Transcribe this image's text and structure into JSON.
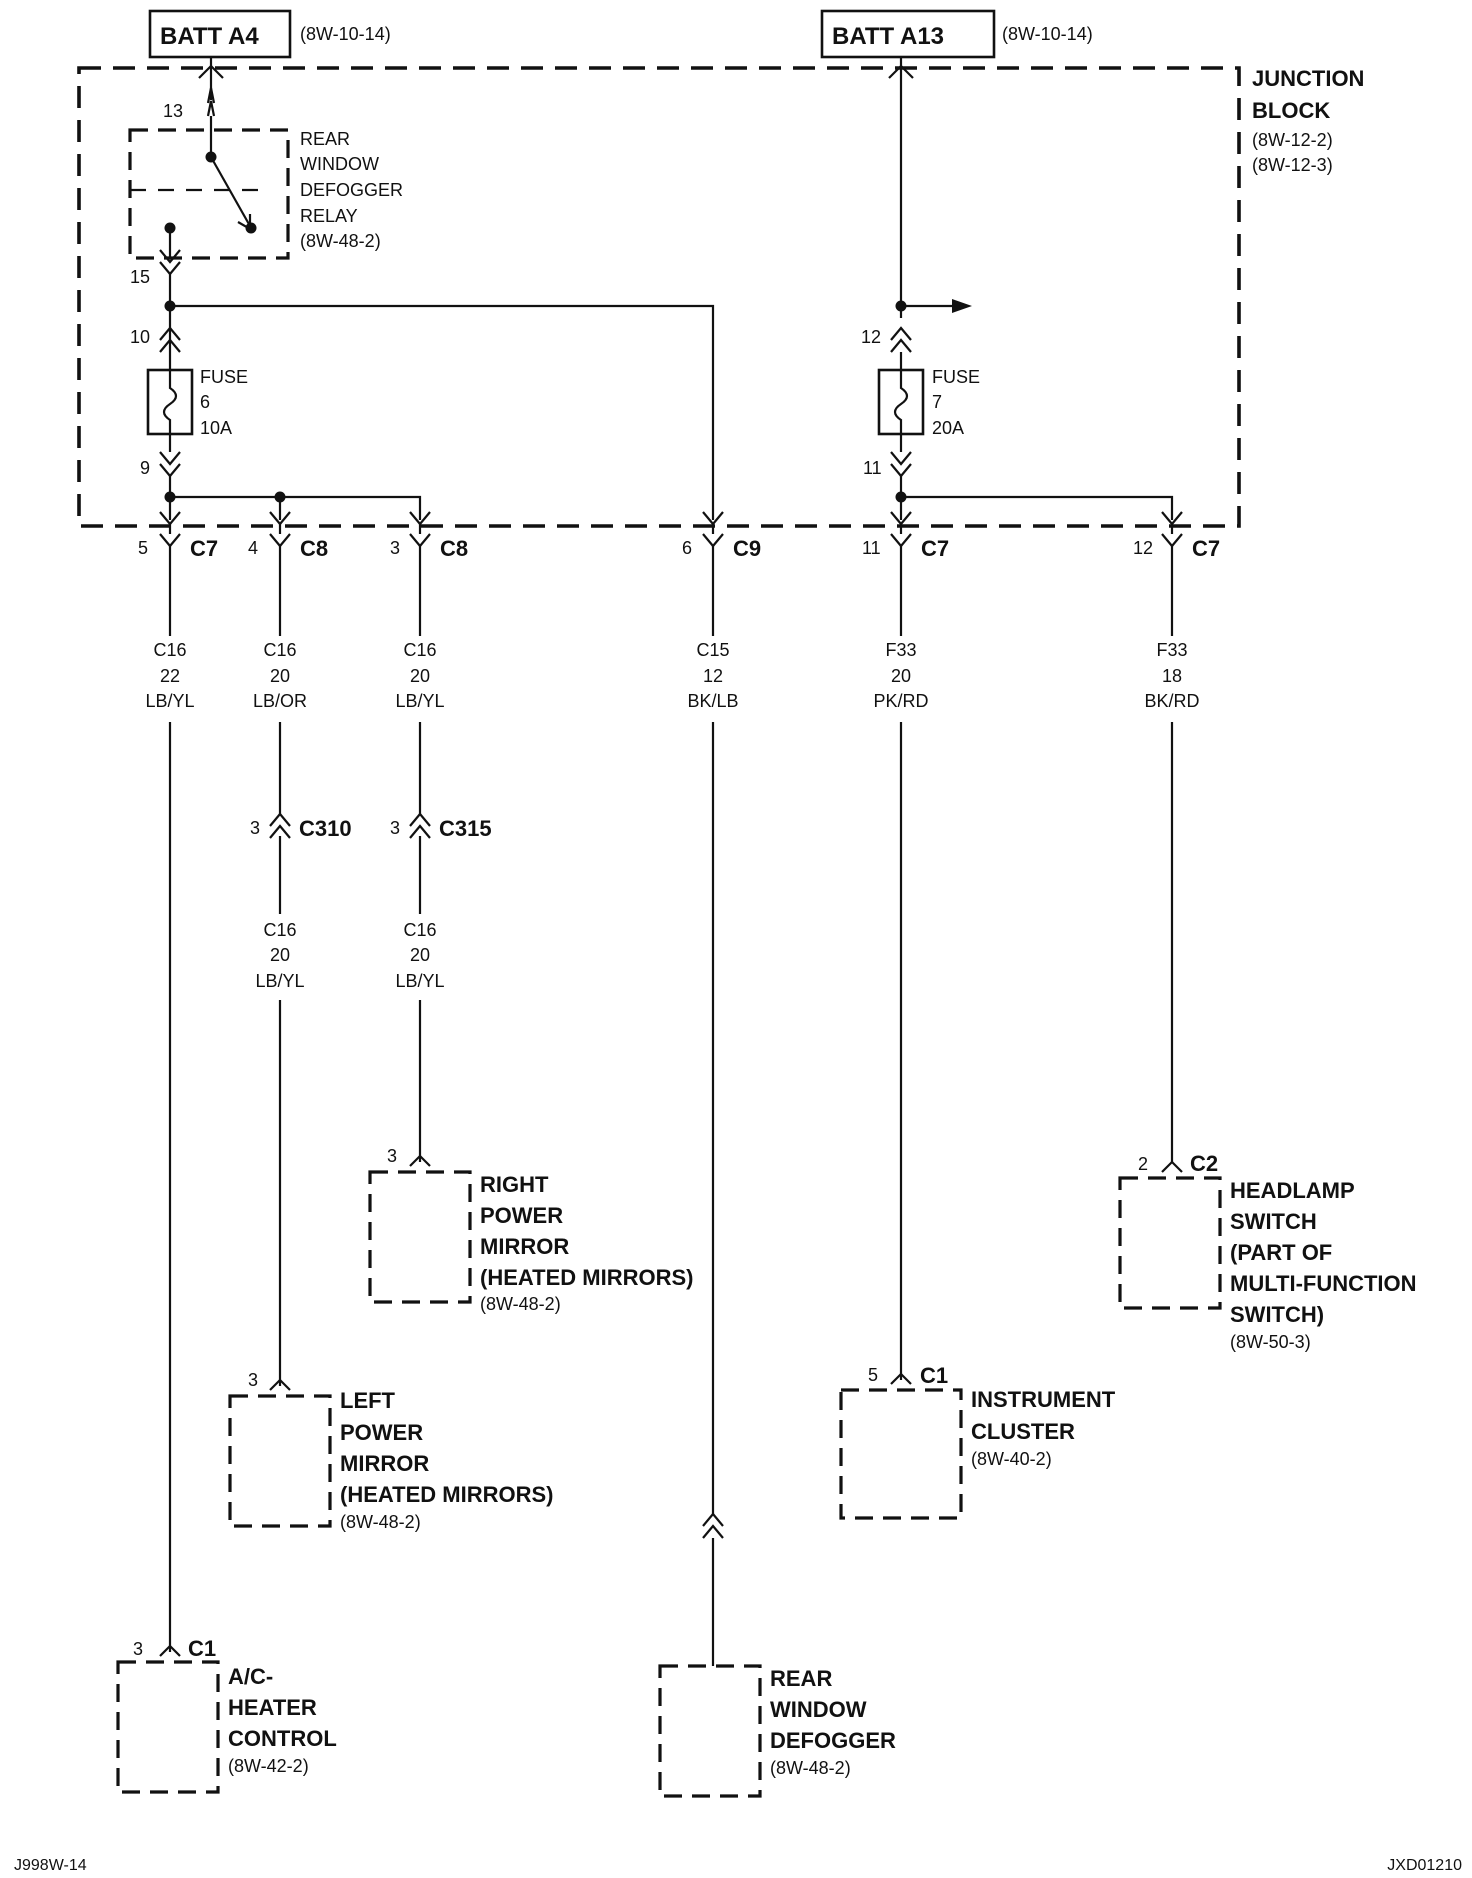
{
  "batt_a4": {
    "label": "BATT A4",
    "ref": "(8W-10-14)"
  },
  "batt_a13": {
    "label": "BATT A13",
    "ref": "(8W-10-14)"
  },
  "junction_block": {
    "line1": "JUNCTION",
    "line2": "BLOCK",
    "ref1": "(8W-12-2)",
    "ref2": "(8W-12-3)"
  },
  "relay": {
    "line1": "REAR",
    "line2": "WINDOW",
    "line3": "DEFOGGER",
    "line4": "RELAY",
    "ref": "(8W-48-2)",
    "pin_top": "13",
    "pin_bottom": "15"
  },
  "fuse6": {
    "line1": "FUSE",
    "line2": "6",
    "line3": "10A",
    "pin_top": "10",
    "pin_bottom": "9"
  },
  "fuse7": {
    "line1": "FUSE",
    "line2": "7",
    "line3": "20A",
    "pin_top": "12",
    "pin_bottom": "11"
  },
  "connectors": {
    "c7a": {
      "pin": "5",
      "name": "C7"
    },
    "c8a": {
      "pin": "4",
      "name": "C8"
    },
    "c8b": {
      "pin": "3",
      "name": "C8"
    },
    "c9": {
      "pin": "6",
      "name": "C9"
    },
    "c7b": {
      "pin": "11",
      "name": "C7"
    },
    "c7c": {
      "pin": "12",
      "name": "C7"
    },
    "c310": {
      "pin": "3",
      "name": "C310"
    },
    "c315": {
      "pin": "3",
      "name": "C315"
    }
  },
  "wires": {
    "w1": {
      "circuit": "C16",
      "gauge": "22",
      "color": "LB/YL"
    },
    "w2": {
      "circuit": "C16",
      "gauge": "20",
      "color": "LB/OR"
    },
    "w3": {
      "circuit": "C16",
      "gauge": "20",
      "color": "LB/YL"
    },
    "w4": {
      "circuit": "C15",
      "gauge": "12",
      "color": "BK/LB"
    },
    "w5": {
      "circuit": "F33",
      "gauge": "20",
      "color": "PK/RD"
    },
    "w6": {
      "circuit": "F33",
      "gauge": "18",
      "color": "BK/RD"
    },
    "w2b": {
      "circuit": "C16",
      "gauge": "20",
      "color": "LB/YL"
    },
    "w3b": {
      "circuit": "C16",
      "gauge": "20",
      "color": "LB/YL"
    }
  },
  "components": {
    "right_mirror": {
      "pin": "3",
      "line1": "RIGHT",
      "line2": "POWER",
      "line3": "MIRROR",
      "line4": "(HEATED MIRRORS)",
      "ref": "(8W-48-2)"
    },
    "left_mirror": {
      "pin": "3",
      "line1": "LEFT",
      "line2": "POWER",
      "line3": "MIRROR",
      "line4": "(HEATED MIRRORS)",
      "ref": "(8W-48-2)"
    },
    "headlamp": {
      "pin": "2",
      "conn": "C2",
      "line1": "HEADLAMP",
      "line2": "SWITCH",
      "line3": "(PART OF",
      "line4": "MULTI-FUNCTION",
      "line5": "SWITCH)",
      "ref": "(8W-50-3)"
    },
    "cluster": {
      "pin": "5",
      "conn": "C1",
      "line1": "INSTRUMENT",
      "line2": "CLUSTER",
      "ref": "(8W-40-2)"
    },
    "ac_heater": {
      "pin": "3",
      "conn": "C1",
      "line1": "A/C-",
      "line2": "HEATER",
      "line3": "CONTROL",
      "ref": "(8W-42-2)"
    },
    "defogger": {
      "line1": "REAR",
      "line2": "WINDOW",
      "line3": "DEFOGGER",
      "ref": "(8W-48-2)"
    }
  },
  "footer": {
    "left": "J998W-14",
    "right": "JXD01210"
  }
}
